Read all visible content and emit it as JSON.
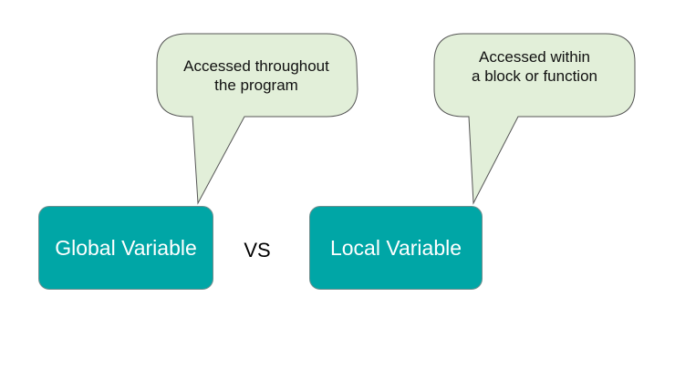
{
  "boxes": {
    "global": "Global Variable",
    "local": "Local Variable"
  },
  "vs_label": "VS",
  "callouts": {
    "global": {
      "line1": "Accessed throughout",
      "line2": "the program"
    },
    "local": {
      "line1": "Accessed within",
      "line2": "a block or function"
    }
  },
  "colors": {
    "box_fill": "#00a6a6",
    "box_text": "#ffffff",
    "callout_fill": "#e2efd9",
    "callout_border": "#555555"
  }
}
